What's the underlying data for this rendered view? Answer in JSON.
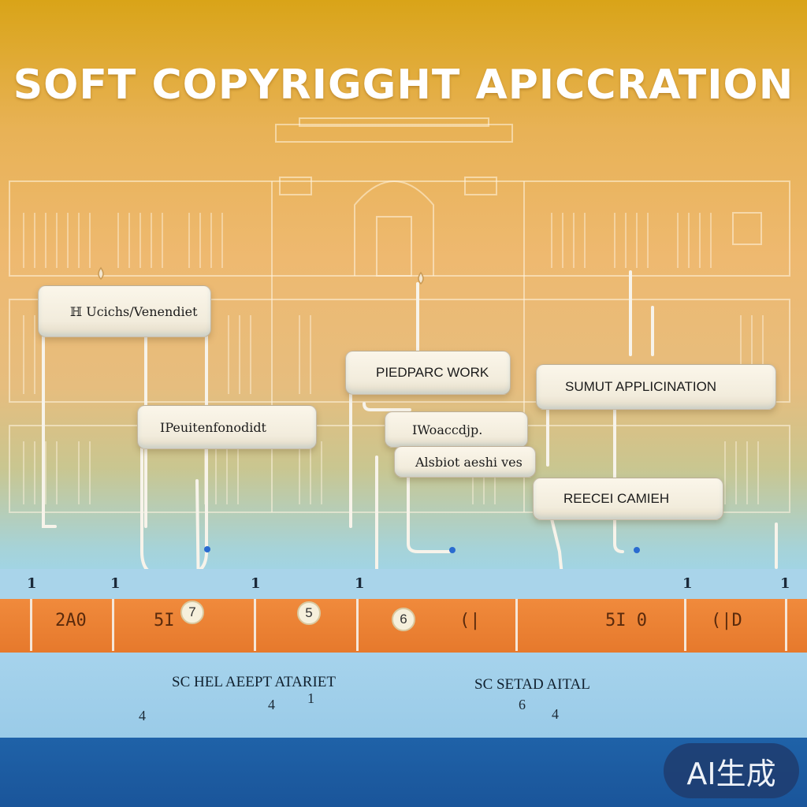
{
  "title": "SOFT COPYRIGGHT APICCRATION",
  "diagram": {
    "boxes": [
      {
        "label": "ℍ Ucichs/Venendiet"
      },
      {
        "label": "IPeuitenfonodidt"
      },
      {
        "label": "PIEDPARC WORK"
      },
      {
        "label": "IWoaccdjp."
      },
      {
        "label": "Alsbiot aeshi ves"
      },
      {
        "label": "SUMUT APPLICINATION"
      },
      {
        "label": "REECEI CAMIEH"
      }
    ]
  },
  "timeline": {
    "ticks": [
      "1",
      "1",
      "1",
      "1",
      "1",
      "1"
    ],
    "segment_labels": [
      "2A0",
      "5I",
      "(|",
      "5I 0",
      "(|D"
    ],
    "markers": [
      "7",
      "5",
      "6"
    ],
    "lower_labels": [
      "SC HEL AEEPT ATARIET",
      "SC SETAD AITAL"
    ],
    "lower_numbers": [
      "4",
      "1",
      "4",
      "6",
      "4"
    ]
  },
  "badge": "AI生成",
  "colors": {
    "top_gradient": "#d9a418",
    "mid_gradient": "#eeb970",
    "light_band": "#a9d4ea",
    "orange_band": "#e97f33",
    "dark_band": "#1f62a8",
    "box_fill": "#f7f1e2",
    "title_text": "#ffffff"
  }
}
